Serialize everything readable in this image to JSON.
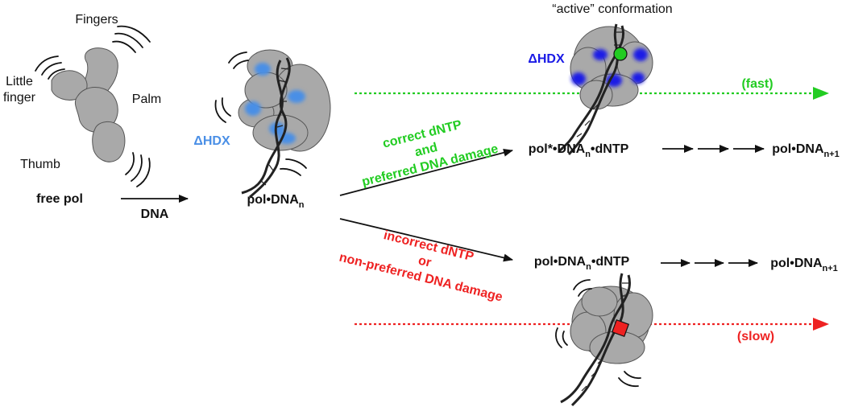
{
  "labels": {
    "fingers": "Fingers",
    "little_finger_line1": "Little",
    "little_finger_line2": "finger",
    "palm": "Palm",
    "thumb": "Thumb",
    "free_pol": "free pol",
    "dna": "DNA",
    "hdx_left": "ΔHDX",
    "hdx_top": "ΔHDX",
    "active_conformation": "“active” conformation",
    "pol_dna_n": {
      "base": "pol•DNA",
      "sub": "n"
    },
    "pol_star_complex": {
      "base": "pol*•DNA",
      "sub": "n",
      "tail": "•dNTP"
    },
    "pol_dna_n1_top": {
      "base": "pol•DNA",
      "sub": "n+1"
    },
    "pol_complex_bottom": {
      "base": "pol•DNA",
      "sub": "n",
      "tail": "•dNTP"
    },
    "pol_dna_n1_bottom": {
      "base": "pol•DNA",
      "sub": "n+1"
    },
    "correct_line1": "correct dNTP",
    "correct_line2": "and",
    "correct_line3": "preferred DNA damage",
    "incorrect_line1": "incorrect dNTP",
    "incorrect_line2": "or",
    "incorrect_line3": "non-preferred DNA damage",
    "fast": "(fast)",
    "slow": "(slow)"
  },
  "colors": {
    "green": "#22cc22",
    "red": "#ee2222",
    "blue_light": "#4a8fe6",
    "blue_dark": "#1a1ae6",
    "protein": "#a9a9a9",
    "protein_edge": "#555555",
    "dna": "#222222",
    "text": "#111111"
  }
}
